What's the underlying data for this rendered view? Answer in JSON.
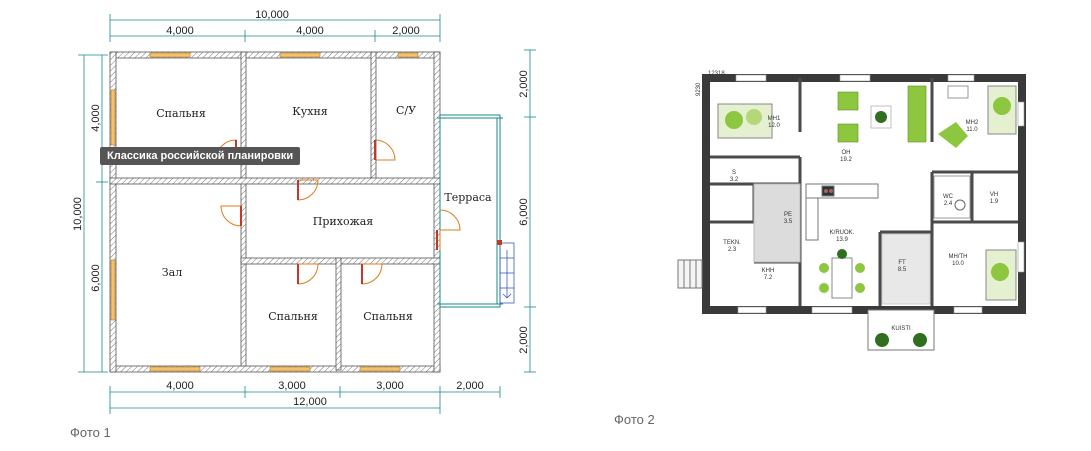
{
  "plan1": {
    "dims_top": [
      "10,000",
      "4,000",
      "4,000",
      "2,000"
    ],
    "dims_bottom": [
      "4,000",
      "3,000",
      "3,000",
      "2,000",
      "12,000"
    ],
    "dims_left": [
      "10,000",
      "4,000",
      "6,000"
    ],
    "dims_right": [
      "2,000",
      "6,000",
      "2,000"
    ],
    "rooms": {
      "bedroom_tl": "Спальня",
      "kitchen": "Кухня",
      "bathroom": "С/У",
      "terrace": "Терраса",
      "hall": "Прихожая",
      "living": "Зал",
      "bedroom_b1": "Спальня",
      "bedroom_b2": "Спальня"
    },
    "tooltip": "Классика российской планировки",
    "caption": "Фото 1"
  },
  "plan2": {
    "dim_w": "12318",
    "dim_h": "9230",
    "rooms": {
      "mh1": [
        "MH1",
        "12.0"
      ],
      "oh": [
        "OH",
        "19.2"
      ],
      "mh2": [
        "MH2",
        "11.0"
      ],
      "s": [
        "S",
        "3.2"
      ],
      "wc": [
        "WC",
        "2.4"
      ],
      "vh": [
        "VH",
        "1.9"
      ],
      "pe": [
        "PE",
        "3.5"
      ],
      "tekn": [
        "TEKN.",
        "2.3"
      ],
      "kruok": [
        "K/RUOK.",
        "13.9"
      ],
      "ft": [
        "FT",
        "8.5"
      ],
      "mhth": [
        "MH/TH",
        "10.0"
      ],
      "khh": [
        "KHH",
        "7.2"
      ],
      "kuisti": "KUISTI"
    },
    "caption": "Фото 2"
  },
  "colors": {
    "wall_dark": "#3a3a3a",
    "sofa_green": "#8dc63f",
    "door_orange": "#e07b1a",
    "window_green": "#4fa34f"
  }
}
